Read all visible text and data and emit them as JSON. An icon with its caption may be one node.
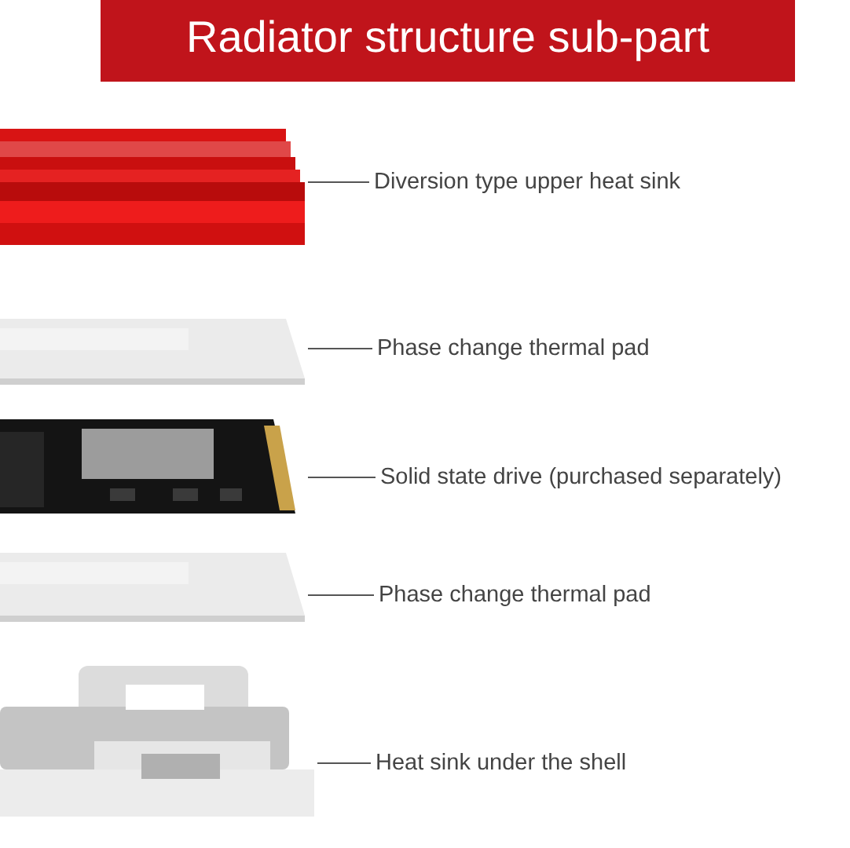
{
  "diagram": {
    "title": "Radiator structure sub-part",
    "nodes": [
      {
        "text": [],
        "shape": "picture"
      },
      {
        "text": [
          "Diversion type upper heat sink"
        ]
      },
      {
        "text": [],
        "shape": "picture"
      },
      {
        "text": [
          "Phase change thermal pad"
        ]
      },
      {
        "text": [],
        "shape": "picture"
      },
      {
        "text": [
          "Solid state drive (purchased separately)"
        ]
      },
      {
        "text": [],
        "shape": "picture"
      },
      {
        "text": [
          "Phase change thermal pad"
        ]
      },
      {
        "text": [],
        "shape": "picture"
      },
      {
        "text": [
          "Heat sink under the shell"
        ]
      }
    ],
    "edges": [
      {
        "from": 1,
        "to": 0,
        "arrow": "none"
      },
      {
        "from": 3,
        "to": 2,
        "arrow": "none"
      },
      {
        "from": 5,
        "to": 4,
        "arrow": "none"
      },
      {
        "from": 7,
        "to": 6,
        "arrow": "none"
      },
      {
        "from": 9,
        "to": 8,
        "arrow": "none"
      }
    ]
  }
}
